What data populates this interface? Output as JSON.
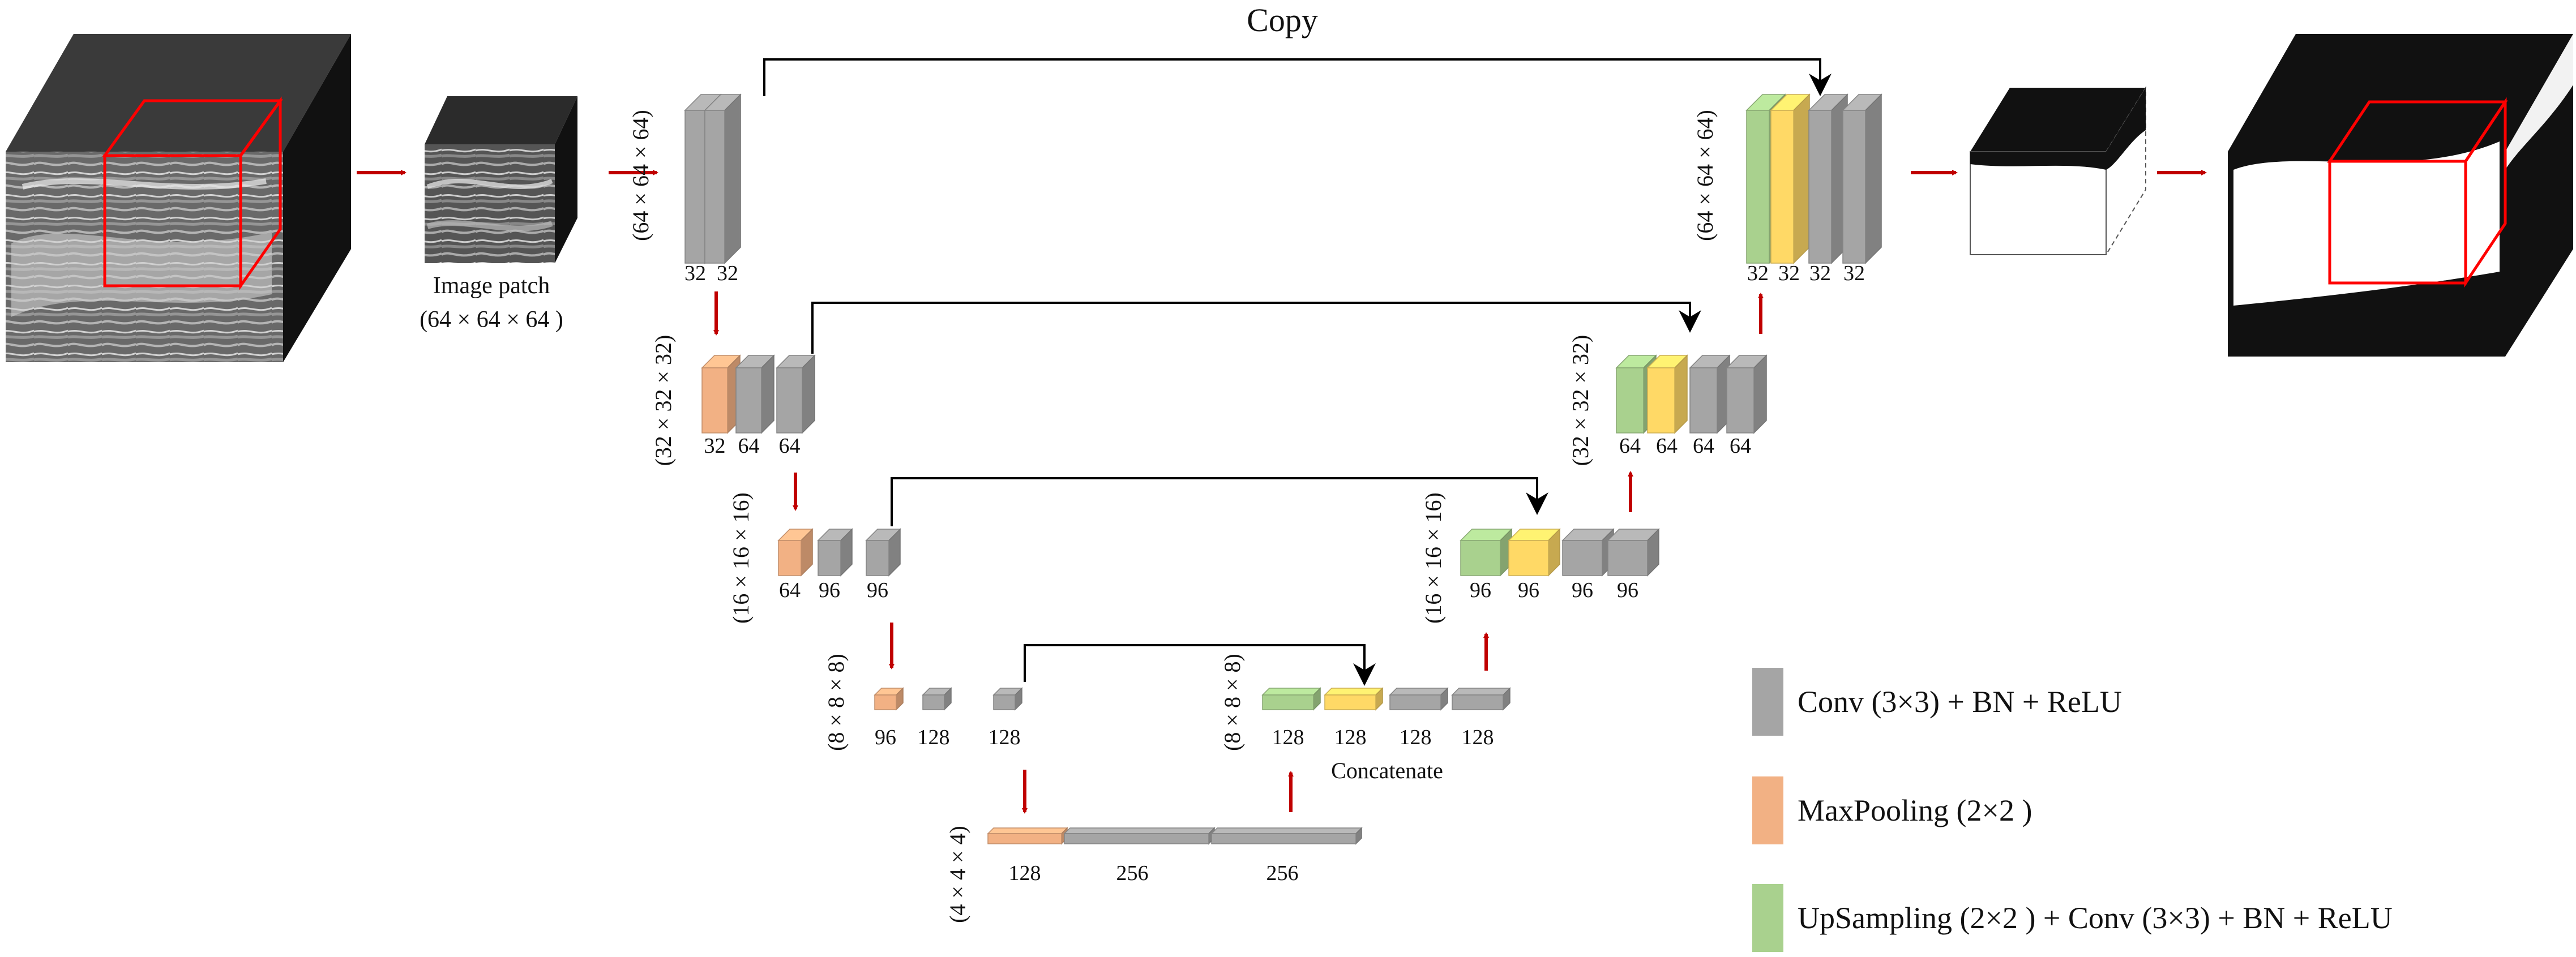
{
  "colors": {
    "conv": "#a5a5a5",
    "maxpool": "#f2b184",
    "upsampling": "#a9d18e",
    "yellow_block": "#ffd966",
    "arrow_red": "#c00000",
    "copy_line": "#000000",
    "crop_box": "#ff0000"
  },
  "diagram": {
    "copy_label": "Copy",
    "concatenate_label": "Concatenate",
    "image_patch_label": "Image patch",
    "image_patch_size": "(64 × 64 × 64 )",
    "input_volume_icon": "mri-volume-icon",
    "output_volume_icon": "segmentation-volume-icon"
  },
  "encoder": [
    {
      "id": "enc1",
      "dim_label": "(64 × 64 × 64)",
      "channels": [
        "32",
        "32"
      ],
      "blocks": [
        "conv",
        "conv"
      ]
    },
    {
      "id": "enc2",
      "dim_label": "(32 × 32 × 32)",
      "channels": [
        "32",
        "64",
        "64"
      ],
      "blocks": [
        "maxpool",
        "conv",
        "conv"
      ]
    },
    {
      "id": "enc3",
      "dim_label": "(16 × 16 × 16)",
      "channels": [
        "64",
        "96",
        "96"
      ],
      "blocks": [
        "maxpool",
        "conv",
        "conv"
      ]
    },
    {
      "id": "enc4",
      "dim_label": "(8 × 8 × 8)",
      "channels": [
        "96",
        "128",
        "128"
      ],
      "blocks": [
        "maxpool",
        "conv",
        "conv"
      ]
    }
  ],
  "bottleneck": {
    "dim_label": "(4 × 4 × 4)",
    "channels": [
      "128",
      "256",
      "256"
    ],
    "blocks": [
      "maxpool",
      "conv",
      "conv"
    ]
  },
  "decoder": [
    {
      "id": "dec4",
      "dim_label": "(8 × 8 × 8)",
      "channels": [
        "128",
        "128",
        "128",
        "128"
      ],
      "blocks": [
        "upsampling",
        "yellow",
        "conv",
        "conv"
      ]
    },
    {
      "id": "dec3",
      "dim_label": "(16 × 16 × 16)",
      "channels": [
        "96",
        "96",
        "96",
        "96"
      ],
      "blocks": [
        "upsampling",
        "yellow",
        "conv",
        "conv"
      ]
    },
    {
      "id": "dec2",
      "dim_label": "(32 × 32 × 32)",
      "channels": [
        "64",
        "64",
        "64",
        "64"
      ],
      "blocks": [
        "upsampling",
        "yellow",
        "conv",
        "conv"
      ]
    },
    {
      "id": "dec1",
      "dim_label": "(64 × 64 × 64)",
      "channels": [
        "32",
        "32",
        "32",
        "32"
      ],
      "blocks": [
        "upsampling",
        "yellow",
        "conv",
        "conv"
      ]
    }
  ],
  "legend": [
    {
      "key": "conv",
      "label": "Conv (3×3) + BN + ReLU"
    },
    {
      "key": "maxpool",
      "label": "MaxPooling (2×2 )"
    },
    {
      "key": "upsampling",
      "label": "UpSampling (2×2 ) + Conv (3×3) + BN + ReLU"
    }
  ]
}
